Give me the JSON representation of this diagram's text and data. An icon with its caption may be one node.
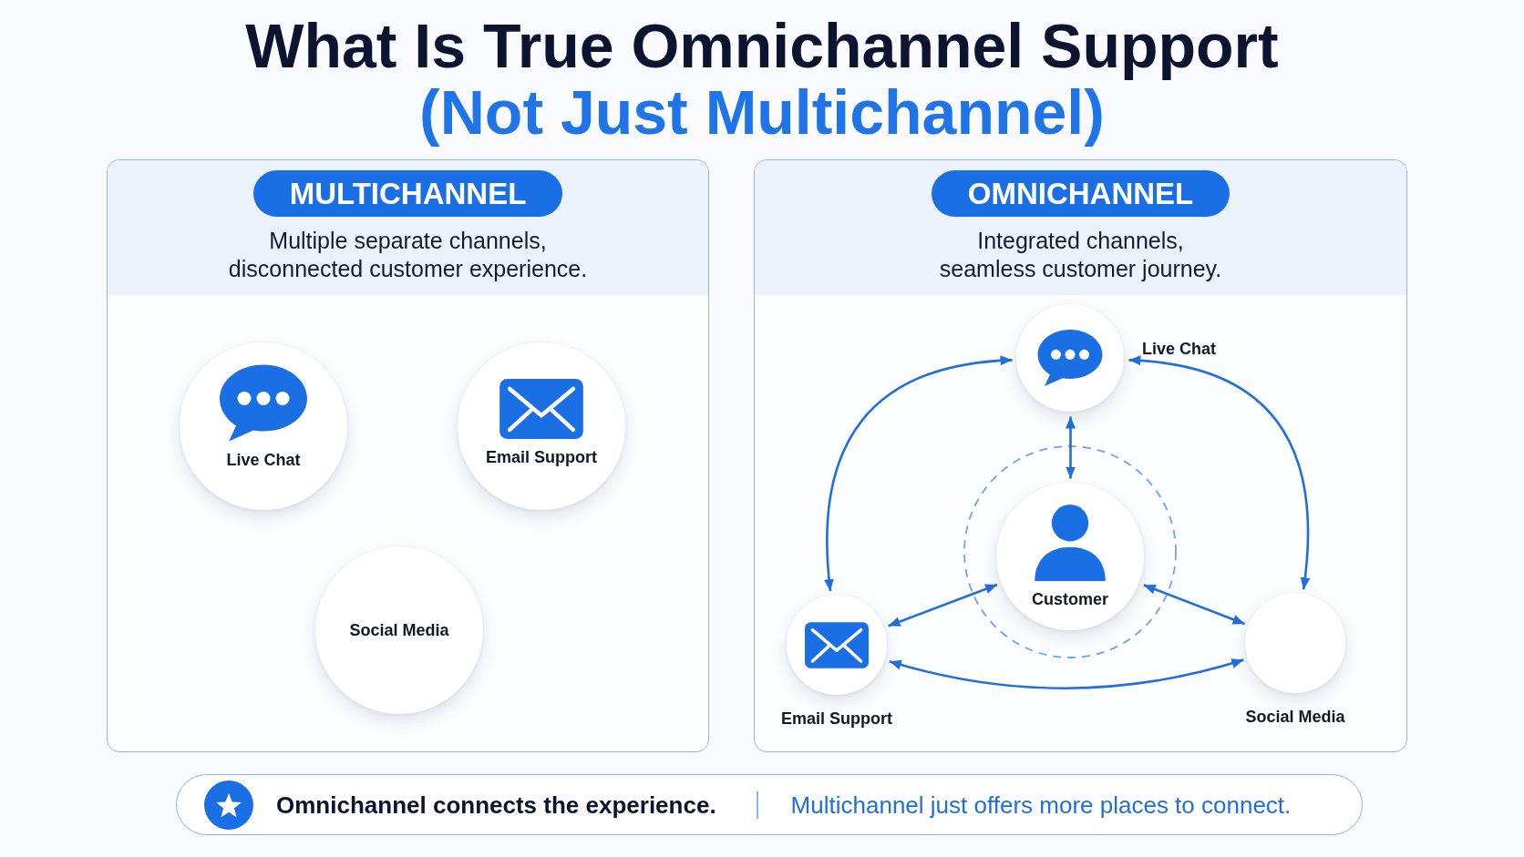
{
  "diagram": {
    "title": "What Is True Omnichannel Support",
    "nodes": [
      {
        "text": [
          "MULTICHANNEL",
          "Multiple separate channels, disconnected customer experience."
        ]
      },
      {
        "text": [
          "Live Chat"
        ],
        "in": 0
      },
      {
        "text": [
          "Email Support"
        ],
        "in": 0
      },
      {
        "text": [
          "Social Media"
        ],
        "in": 0
      },
      {
        "text": [
          "OMNICHANNEL",
          "Integrated channels, seamless customer journey."
        ]
      },
      {
        "text": [
          "Live Chat"
        ],
        "in": 4
      },
      {
        "text": [
          "Customer"
        ],
        "in": 4
      },
      {
        "text": [
          "Email Support"
        ],
        "in": 4
      },
      {
        "text": [
          "Social Media"
        ],
        "in": 4
      },
      {
        "text": [
          "Omnichannel connects the experience.",
          "Multichannel just offers more places to connect."
        ]
      }
    ],
    "edges": [
      {
        "from": 5,
        "to": 7,
        "arrow": "both"
      },
      {
        "from": 5,
        "to": 6,
        "arrow": "both"
      },
      {
        "from": 5,
        "to": 8,
        "arrow": "both"
      },
      {
        "from": 6,
        "to": 7,
        "arrow": "both"
      },
      {
        "from": 6,
        "to": 8,
        "arrow": "both"
      },
      {
        "from": 7,
        "to": 8,
        "arrow": "both"
      }
    ],
    "labels": [
      "(Not Just Multichannel)"
    ]
  }
}
